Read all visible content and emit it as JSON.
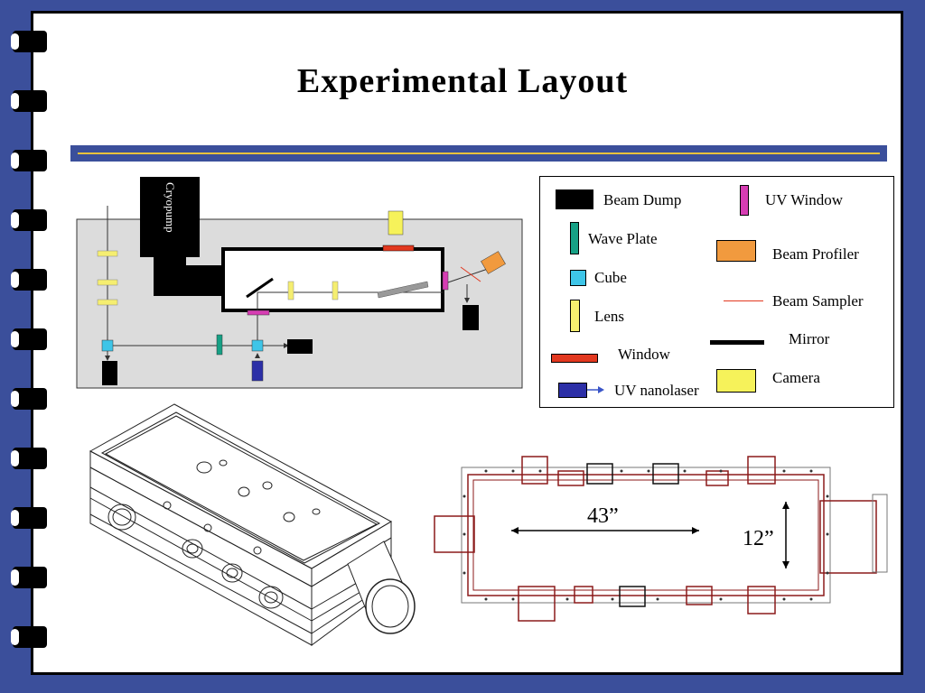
{
  "title": "Experimental Layout",
  "schematic": {
    "cryopump_label": "Cryopump"
  },
  "legend": {
    "items": [
      {
        "label": "Beam Dump",
        "color": "#000000",
        "icon": "beam-dump-swatch"
      },
      {
        "label": "Wave Plate",
        "color": "#16a085",
        "icon": "wave-plate-swatch"
      },
      {
        "label": "Cube",
        "color": "#3ec5e8",
        "icon": "cube-swatch"
      },
      {
        "label": "Lens",
        "color": "#f5ee70",
        "icon": "lens-swatch"
      },
      {
        "label": "Window",
        "color": "#e2381f",
        "icon": "window-swatch"
      },
      {
        "label": "UV nanolaser",
        "color": "#2c2fa7",
        "icon": "uv-nanolaser-swatch"
      },
      {
        "label": "UV Window",
        "color": "#d63db3",
        "icon": "uv-window-swatch"
      },
      {
        "label": "Beam Profiler",
        "color": "#f19a3e",
        "icon": "beam-profiler-swatch"
      },
      {
        "label": "Beam Sampler",
        "color": "#e2381f",
        "icon": "beam-sampler-swatch"
      },
      {
        "label": "Mirror",
        "color": "#000000",
        "icon": "mirror-swatch"
      },
      {
        "label": "Camera",
        "color": "#f6f25a",
        "icon": "camera-swatch"
      }
    ]
  },
  "chamber_plan": {
    "length_label": "43”",
    "width_label": "12”"
  }
}
